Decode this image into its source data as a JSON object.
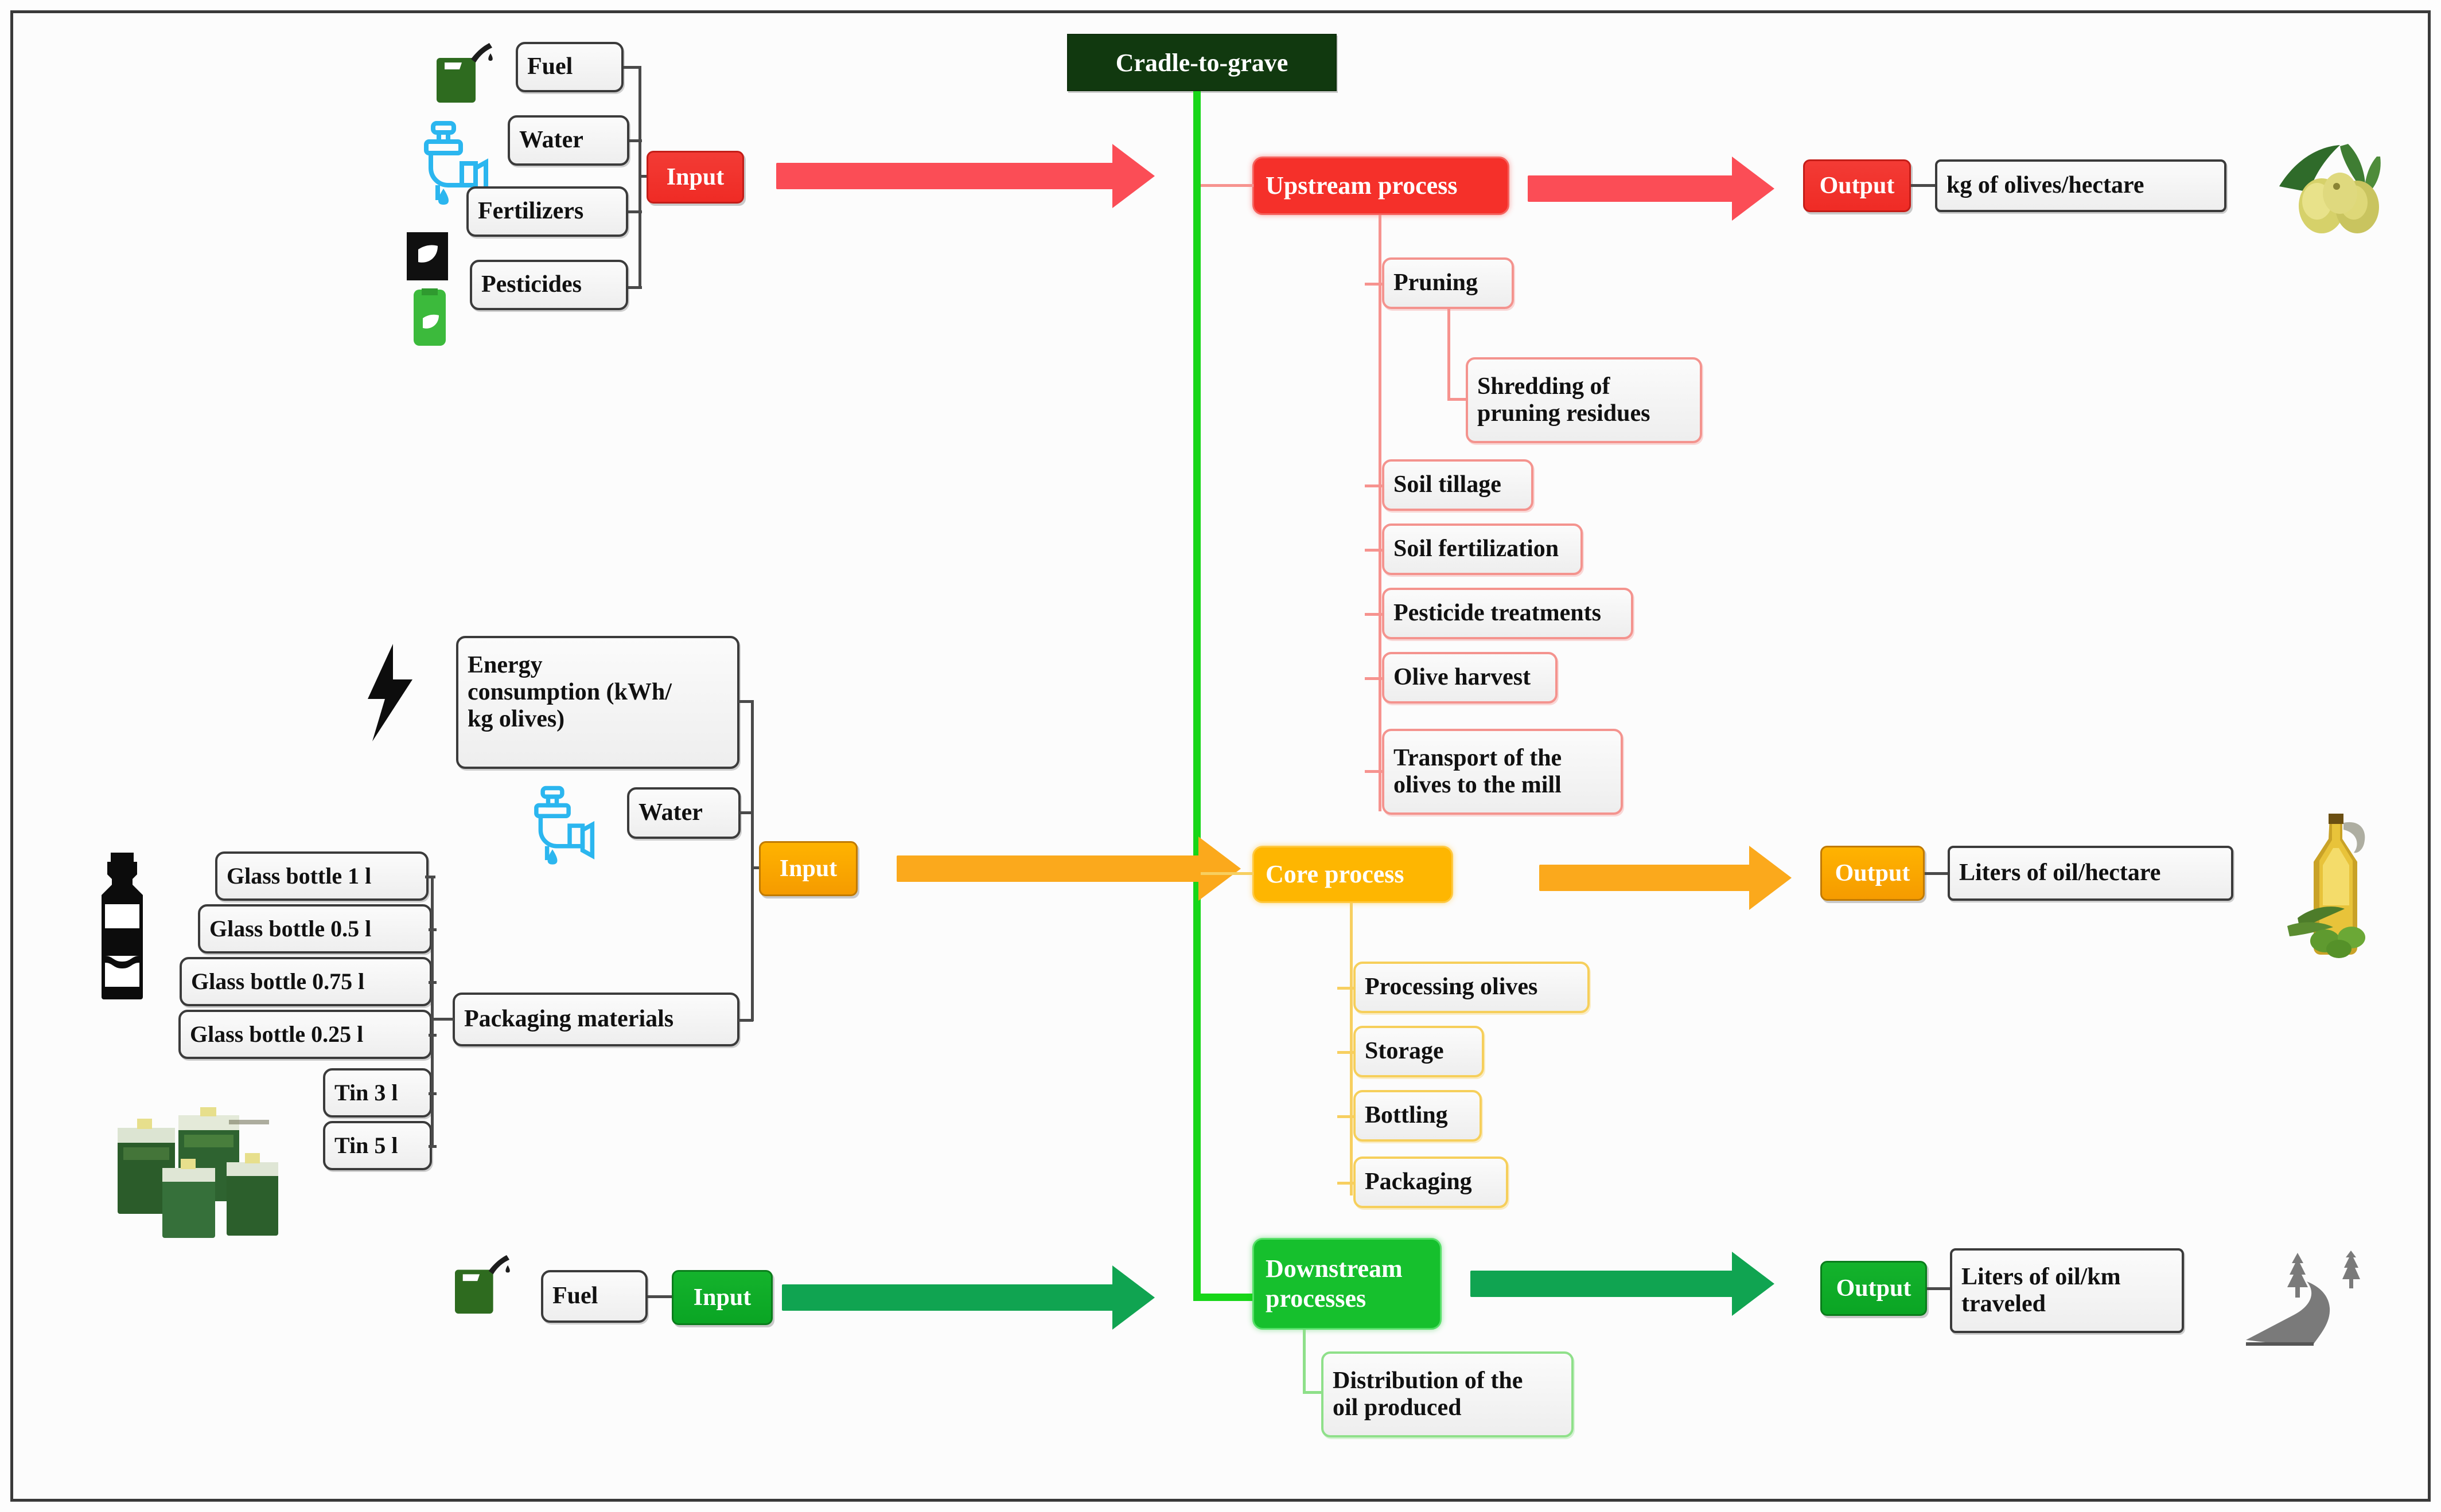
{
  "diagram": {
    "root": {
      "label": "Cradle-to-grave"
    },
    "upstream": {
      "input_badge": "Input",
      "stage_label": "Upstream process",
      "output_badge": "Output",
      "output_metric": "kg of olives/hectare",
      "inputs": [
        "Fuel",
        "Water",
        "Fertilizers",
        "Pesticides"
      ],
      "steps": [
        "Pruning",
        "Shredding of\npruning residues",
        "Soil tillage",
        "Soil fertilization",
        "Pesticide treatments",
        "Olive harvest",
        "Transport of the\nolives to the mill"
      ],
      "icons": [
        "fuel-can-icon",
        "water-tap-icon",
        "fertilizer-bag-icon",
        "pesticide-bottle-icon",
        "olives-photo"
      ]
    },
    "core": {
      "input_badge": "Input",
      "stage_label": "Core process",
      "output_badge": "Output",
      "output_metric": "Liters of oil/hectare",
      "inputs": [
        "Energy\nconsumption (kWh/\nkg olives)",
        "Water",
        "Packaging materials"
      ],
      "packaging_materials": [
        "Glass bottle 1 l",
        "Glass bottle 0.5 l",
        "Glass bottle 0.75 l",
        "Glass bottle 0.25 l",
        "Tin 3 l",
        "Tin 5 l"
      ],
      "steps": [
        "Processing olives",
        "Storage",
        "Bottling",
        "Packaging"
      ],
      "icons": [
        "lightning-bolt-icon",
        "water-tap-icon",
        "glass-bottle-icon",
        "tins-photo",
        "oil-bottle-photo"
      ]
    },
    "downstream": {
      "input_badge": "Input",
      "stage_label": "Downstream\nprocesses",
      "output_badge": "Output",
      "output_metric": "Liters of oil/km\ntraveled",
      "inputs": [
        "Fuel"
      ],
      "steps": [
        "Distribution of the\noil produced"
      ],
      "icons": [
        "fuel-can-icon",
        "road-trees-icon"
      ]
    }
  },
  "colors": {
    "root_green": "#11390F",
    "trunk_green": "#17D618",
    "upstream_red": "#F5302A",
    "core_orange": "#FEB601",
    "downstream_green": "#16C02D",
    "arrow_red": "#FB4D56",
    "arrow_orange": "#FBA91C",
    "arrow_green": "#10A451",
    "node_fill": "#F2F2F2",
    "node_border": "#3B3B3B",
    "frame_border": "#3A3A3A"
  }
}
